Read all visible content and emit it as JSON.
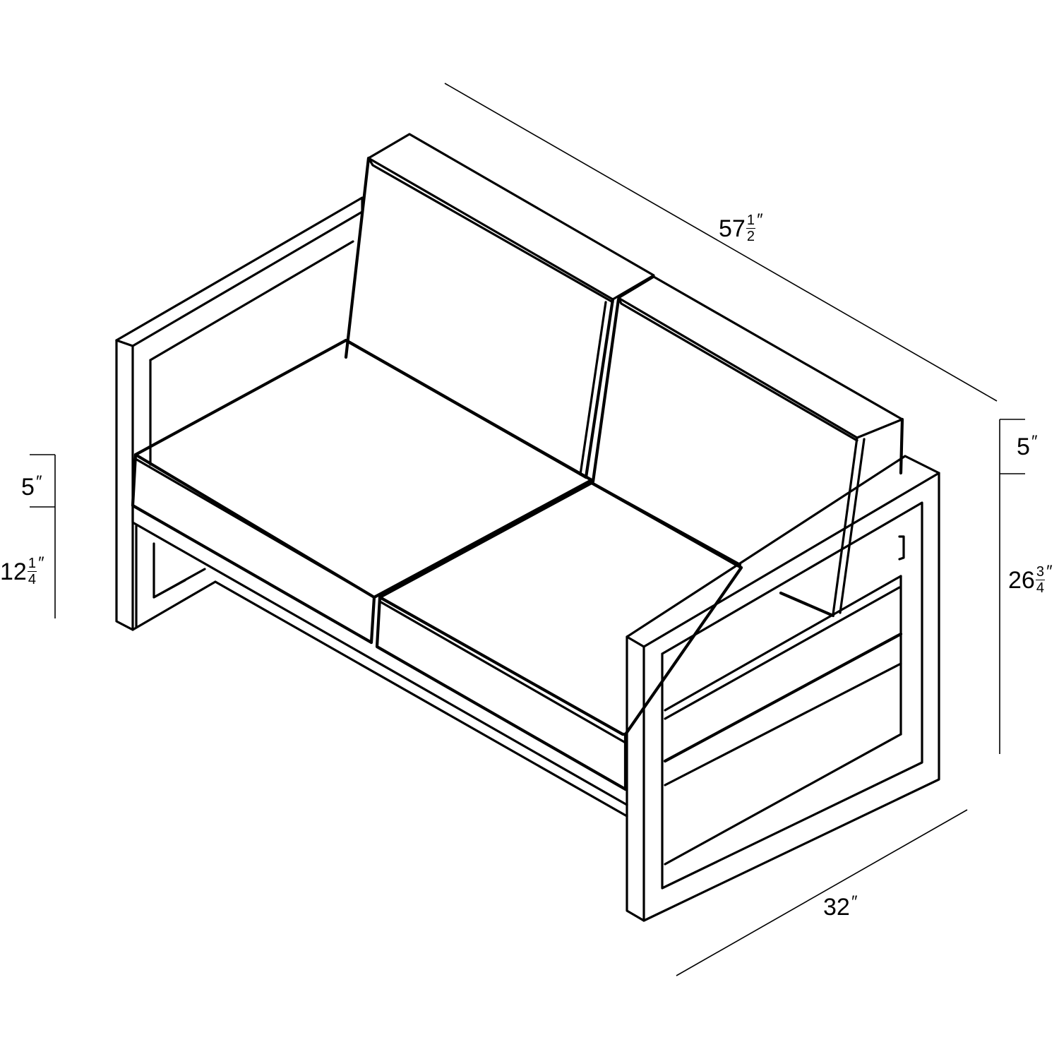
{
  "diagram": {
    "subject": "Two-seat outdoor loveseat, isometric line drawing with dimensions",
    "line_color": "#000000",
    "background": "#ffffff"
  },
  "dimensions": {
    "overall_width": {
      "whole": "57",
      "numerator": "1",
      "denominator": "2",
      "unit": "″",
      "value_in": 57.5
    },
    "depth": {
      "whole": "32",
      "unit": "″",
      "value_in": 32
    },
    "overall_height": {
      "whole": "26",
      "numerator": "3",
      "denominator": "4",
      "unit": "″",
      "value_in": 26.75
    },
    "back_cushion_top_offset": {
      "whole": "5",
      "unit": "″",
      "value_in": 5
    },
    "seat_cushion_thickness": {
      "whole": "5",
      "unit": "″",
      "value_in": 5
    },
    "seat_height_below_cushion": {
      "whole": "12",
      "numerator": "1",
      "denominator": "4",
      "unit": "″",
      "value_in": 12.25
    }
  }
}
